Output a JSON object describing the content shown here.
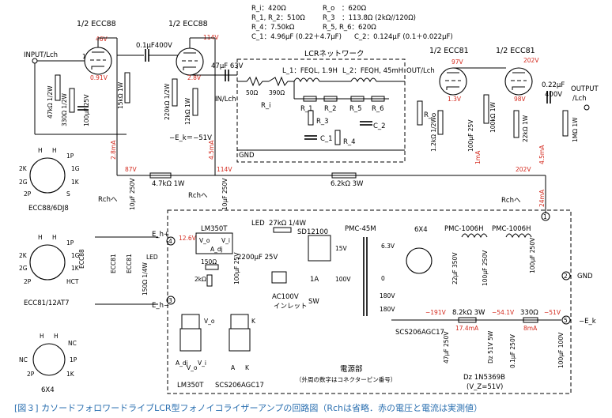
{
  "caption": "[図３]  カソードフォロワードライブLCR型フォノイコライザーアンプの回路図（Rchは省略．赤の電圧と電流は実測値）",
  "constants": [
    "R_i：420Ω",
    "R_o　：620Ω",
    "R_1, R_2：510Ω",
    "R_3　：113.8Ω (2kΩ//120Ω)",
    "R_4：7.50kΩ",
    "R_5, R_6：620Ω",
    "C_1：4.96μF (0.22＋4.7μF)",
    "C_2：0.124μF (0.1＋0.022μF)"
  ],
  "tubes": {
    "v1": "1/2 ECC88",
    "v2": "1/2 ECC88",
    "v3": "1/2 ECC81",
    "v4": "1/2 ECC81",
    "v5": "6X4",
    "reg": "LM350T",
    "diode": "SD12100",
    "trans": "PMC-45M"
  },
  "labels": {
    "input": "INPUT/Lch",
    "output": "OUTPUT",
    "output2": "/Lch",
    "in_lch": "IN/Lch",
    "out_lch": "OUT/Lch",
    "gnd": "GND",
    "gnd2": "GND",
    "lcr_net": "LCRネットワーク",
    "l1": "L_1：FEQL, 1.9H",
    "l2": "L_2：FEQH, 45mH",
    "ri": "R_i",
    "ro": "R_o",
    "r1": "R_1",
    "r2": "R_2",
    "r3": "R_3",
    "r4": "R_4",
    "r5": "R_5",
    "r6": "R_6",
    "c1": "C_1",
    "c2": "C_2",
    "r50": "50Ω",
    "r390": "390Ω",
    "ek": "−E_k＝−51V",
    "ek2": "−E_k",
    "ehp": "E_h+",
    "ehm": "E_h−",
    "rch1": "Rchへ",
    "rch2": "Rchへ",
    "rch3": "Rchへ",
    "psu": "電源部",
    "psu_sub": "（外周の数字はコネクターピン番号）",
    "ac": "AC100V",
    "inlet": "インレット",
    "sw": "SW",
    "fuse": "1A",
    "v15": "15V",
    "v100": "100V",
    "v63": "6.3V",
    "v0": "0",
    "v180a": "180V",
    "v180b": "180V",
    "led": "LED",
    "dz": "Dz 1N5369B",
    "dz2": "(V_Z=51V)",
    "pmc1": "PMC-1006H",
    "pmc2": "PMC-1006H",
    "scs": "SCS206AGC17",
    "scs2": "SCS206AGC17",
    "ecc88a": "ECC88/6DJ8",
    "ecc81a": "ECC81/12AT7",
    "x4": "6X4",
    "ecc88v": "ECC88",
    "ecc81v": "ECC81",
    "vo": "V_o",
    "adj": "A_dj",
    "vi": "V_i",
    "vol": "V_o",
    "adjl": "A_dj",
    "vil": "V_i",
    "ka": "A",
    "kk": "K",
    "kk2": "K"
  },
  "components": {
    "c01": "0.1μF400V",
    "c47": "47μF 63V",
    "c022": "0.22μF",
    "c022v": "400V",
    "r47k": "47kΩ 1/2W",
    "r330": "330Ω 1/2W",
    "c100": "100μF 25V",
    "r15k": "15kΩ 1W",
    "r220k": "220kΩ 1/2W",
    "r12k": "12kΩ 1W",
    "r12k2": "1.2kΩ 1/2W",
    "c100b": "100μF 25V",
    "r100k": "100kΩ 1W",
    "r22k": "22kΩ 1W",
    "r1m": "1MΩ 1W",
    "r47k1": "4.7kΩ 1W",
    "r62k": "6.2kΩ 3W",
    "c10a": "10μF 250V",
    "c10b": "10μF 250V",
    "r27k": "27kΩ 1/4W",
    "c2200": "2200μF 25V",
    "r150": "150Ω",
    "r2k": "2kΩ",
    "c100c": "100μF 25V",
    "r150b": "150Ω 1/4W",
    "c22": "22μF 350V",
    "c100d": "100μF 250V",
    "c100e": "100μF 250V",
    "r82k": "8.2kΩ 3W",
    "r330b": "330Ω",
    "c47b": "47μF 250V",
    "dz51": "Dz 51V 5W",
    "c01b": "0.1μF 250V",
    "c100f": "100μF 100V"
  },
  "measured": {
    "v46": "46V",
    "v091": "0.91V",
    "v114": "114V",
    "v28": "2.8V",
    "v97": "97V",
    "v13": "1.3V",
    "v202": "202V",
    "v98": "98V",
    "v87": "87V",
    "v114b": "114V",
    "v202b": "202V",
    "i28": "2.8mA",
    "i45": "4.5mA",
    "i1": "1mA",
    "i45b": "4.5mA",
    "i24": "24mA",
    "v126": "12.6V",
    "vm191": "−191V",
    "vm541": "−54.1V",
    "vm51": "−51V",
    "i174": "17.4mA",
    "i8": "8mA"
  },
  "pins": {
    "h": "H",
    "p1": "1P",
    "p1g": "1G",
    "p1k": "1K",
    "k2": "2K",
    "g2": "2G",
    "p2": "2P",
    "s": "S",
    "hct": "HCT",
    "nc": "NC",
    "nc2": "NC",
    "n1": "1",
    "n2": "2",
    "n3": "3",
    "n4": "4",
    "n5": "5"
  },
  "colors": {
    "measured": "#d42a1e",
    "caption": "#2a6fb0",
    "line": "#000000"
  }
}
